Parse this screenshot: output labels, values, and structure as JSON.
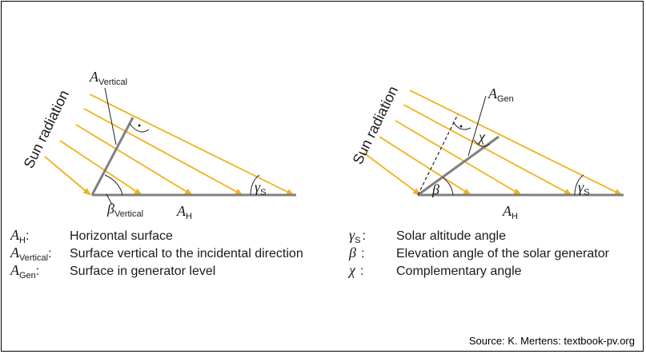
{
  "left_diagram": {
    "sun_label": "Sun radiation",
    "a_vertical": {
      "main": "A",
      "sub": "Vertical"
    },
    "beta_vertical": {
      "main": "β",
      "sub": "Vertical"
    },
    "gamma_s": {
      "main": "γ",
      "sub": "S"
    },
    "a_h": {
      "main": "A",
      "sub": "H"
    }
  },
  "right_diagram": {
    "sun_label": "Sun radiation",
    "a_gen": {
      "main": "A",
      "sub": "Gen"
    },
    "chi": "χ",
    "beta": "β",
    "gamma_s": {
      "main": "γ",
      "sub": "S"
    },
    "a_h": {
      "main": "A",
      "sub": "H"
    }
  },
  "legend_left": [
    {
      "sym": "A",
      "sub": "H",
      "colon": ":",
      "desc": "Horizontal surface"
    },
    {
      "sym": "A",
      "sub": "Vertical",
      "colon": ":",
      "desc": "Surface vertical to the incidental direction"
    },
    {
      "sym": "A",
      "sub": "Gen",
      "colon": ":",
      "desc": "Surface in generator level"
    }
  ],
  "legend_right": [
    {
      "sym": "γ",
      "sub": "S",
      "colon": ":",
      "desc": "Solar altitude angle"
    },
    {
      "sym": "β",
      "sub": "",
      "colon": ":",
      "desc": "Elevation angle of the solar generator"
    },
    {
      "sym": "χ",
      "sub": "",
      "colon": ":",
      "desc": "Complementary angle"
    }
  ],
  "source": "Source: K. Mertens: textbook-pv.org",
  "colors": {
    "ray": "#F2B01E",
    "surface": "#808080",
    "text": "#1a1a1a"
  }
}
